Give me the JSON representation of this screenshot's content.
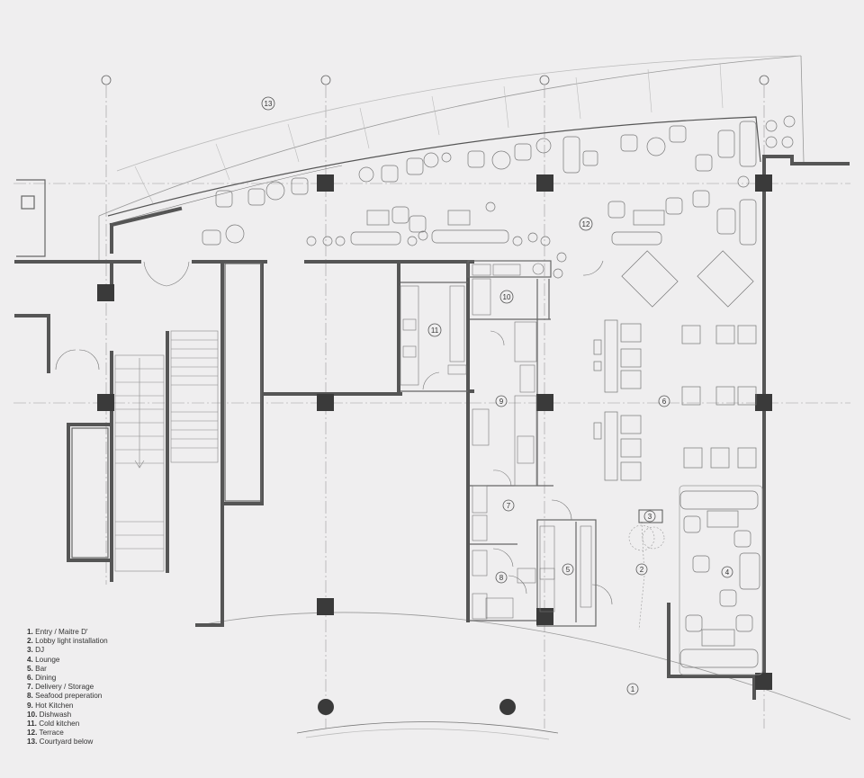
{
  "legend": [
    {
      "num": "1.",
      "label": "Entry / Maitre D'"
    },
    {
      "num": "2.",
      "label": "Lobby light installation"
    },
    {
      "num": "3.",
      "label": "DJ"
    },
    {
      "num": "4.",
      "label": "Lounge"
    },
    {
      "num": "5.",
      "label": "Bar"
    },
    {
      "num": "6.",
      "label": "Dining"
    },
    {
      "num": "7.",
      "label": "Delivery / Storage"
    },
    {
      "num": "8.",
      "label": "Seafood preperation"
    },
    {
      "num": "9.",
      "label": "Hot Kitchen"
    },
    {
      "num": "10.",
      "label": "Dishwash"
    },
    {
      "num": "11.",
      "label": "Cold kitchen"
    },
    {
      "num": "12.",
      "label": "Terrace"
    },
    {
      "num": "13.",
      "label": "Courtyard below"
    }
  ],
  "room_markers": {
    "r1": "1",
    "r2": "2",
    "r3": "3",
    "r4": "4",
    "r5": "5",
    "r6": "6",
    "r7": "7",
    "r8": "8",
    "r9": "9",
    "r10": "10",
    "r11": "11",
    "r12": "12",
    "r13": "13"
  },
  "colors": {
    "background": "#efeeef",
    "wall": "#555555",
    "column": "#3a3a3a",
    "line": "#888888"
  }
}
